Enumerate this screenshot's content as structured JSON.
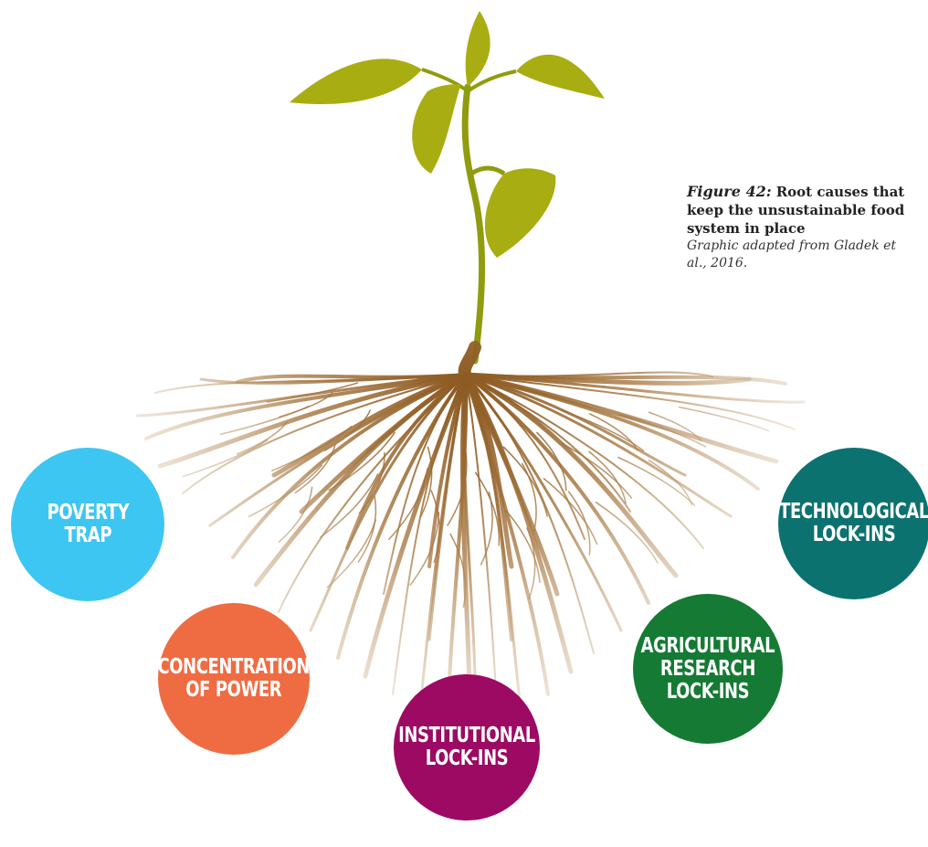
{
  "caption": {
    "figure_label": "Figure 42:",
    "title": "Root causes that keep the unsustainable food system in place",
    "source": "Graphic adapted from Gladek et al., 2016."
  },
  "colors": {
    "leaf": "#a8ad12",
    "stem": "#8f9c0e",
    "root": "#8c5a22",
    "root_light": "#d8c0a0"
  },
  "causes": [
    {
      "name": "poverty-trap",
      "lines": [
        "POVERTY",
        "TRAP"
      ],
      "color": "#3ec6f2"
    },
    {
      "name": "concentration-of-power",
      "lines": [
        "CONCENTRATION",
        "OF POWER"
      ],
      "color": "#ef6c43"
    },
    {
      "name": "institutional-lock-ins",
      "lines": [
        "INSTITUTIONAL",
        "LOCK-INS"
      ],
      "color": "#9c0a64"
    },
    {
      "name": "agricultural-research-lock-ins",
      "lines": [
        "AGRICULTURAL",
        "RESEARCH",
        "LOCK-INS"
      ],
      "color": "#157a34"
    },
    {
      "name": "technological-lock-ins",
      "lines": [
        "TECHNOLOGICAL",
        "LOCK-INS"
      ],
      "color": "#0c7270"
    }
  ]
}
